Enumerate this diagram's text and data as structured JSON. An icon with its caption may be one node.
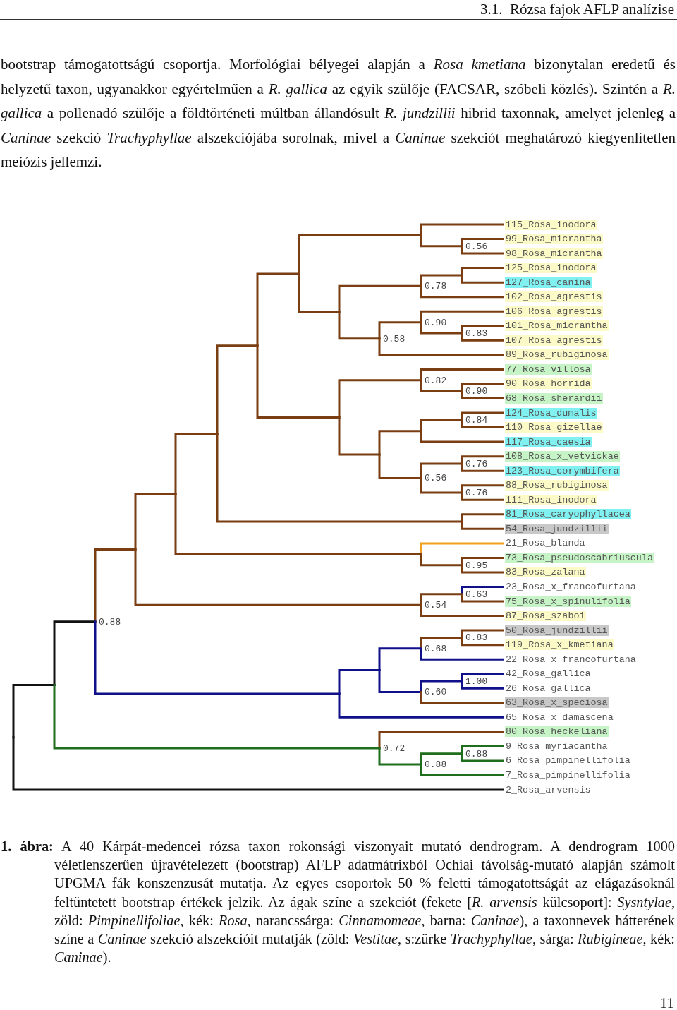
{
  "diagram": {
    "caption": "**1. ábra:** A 40 Kárpát-medencei rózsa taxon rokonsági viszonyait mutató dendrogram. A dendrogram 1000 véletlenszerűen újravételezett (bootstrap) AFLP adatmátrixból Ochiai távolság-mutató alapján számolt UPGMA fák konszenzusát mutatja. Az egyes csoportok 50 % feletti támogatottságát az elágazásoknál feltüntetett bootstrap értékek jelzik. Az ágak színe a szekciót (fekete [*R. arvensis* külcsoport]: *Sysntylae*, zöld: *Pimpinellifoliae*, kék: *Rosa*, narancssárga: *Cinnamomeae*, barna: *Caninae*), a taxonnevek hátterének színe a *Caninae* szekció alszekcióit mutatják (zöld: *Vestitae*, s:zürke *Trachyphyllae*, sárga: *Rubigineae*, kék: *Caninae*).",
    "labels": [
      "3.1.  Rózsa fajok AFLP analízise",
      "bootstrap támogatottságú csoportja. Morfológiai bélyegei alapján a *Rosa kmetiana* bizonytalan eredetű és helyzetű taxon, ugyanakkor egyértelműen a *R. gallica* az egyik szülője (FACSAR, szóbeli közlés). Szintén a *R. gallica* a pollenadó szülője a földtörténeti múltban állandósult *R. jundzillii* hibrid taxonnak, amelyet jelenleg a *Caninae* szekció *Trachyphyllae* alszekciójába sorolnak, mivel a *Caninae* szekciót meghatározó kiegyenlítetlen meiózis jellemzi.",
      "115_Rosa_inodora",
      "99_Rosa_micrantha",
      "98_Rosa_micrantha",
      "125_Rosa_inodora",
      "127_Rosa_canina",
      "102_Rosa_agrestis",
      "106_Rosa_agrestis",
      "101_Rosa_micrantha",
      "107_Rosa_agrestis",
      "89_Rosa_rubiginosa",
      "77_Rosa_villosa",
      "90_Rosa_horrida",
      "68_Rosa_sherardii",
      "124_Rosa_dumalis",
      "110_Rosa_gizellae",
      "117_Rosa_caesia",
      "108_Rosa_x_vetvickae",
      "123_Rosa_corymbifera",
      "88_Rosa_rubiginosa",
      "111_Rosa_inodora",
      "81_Rosa_caryophyllacea",
      "54_Rosa_jundzillii",
      "21_Rosa_blanda",
      "73_Rosa_pseudoscabriuscula",
      "83_Rosa_zalana",
      "23_Rosa_x_francofurtana",
      "75_Rosa_x_spinulifolia",
      "87_Rosa_szaboi",
      "50_Rosa_jundzillii",
      "119_Rosa_x_kmetiana",
      "22_Rosa_x_francofurtana",
      "42_Rosa_gallica",
      "26_Rosa_gallica",
      "63_Rosa_x_speciosa",
      "65_Rosa_x_damascena",
      "80_Rosa_heckeliana",
      "9_Rosa_myriacantha",
      "6_Rosa_pimpinellifolia",
      "7_Rosa_pimpinellifolia",
      "2_Rosa_arvensis",
      "0.56",
      "0.78",
      "0.90",
      "0.83",
      "0.58",
      "0.82",
      "0.90",
      "0.84",
      "0.76",
      "0.56",
      "0.76",
      "0.95",
      "0.63",
      "0.54",
      "0.88",
      "0.83",
      "0.68",
      "1.00",
      "0.60",
      "0.72",
      "0.88",
      "0.88",
      "11"
    ]
  }
}
